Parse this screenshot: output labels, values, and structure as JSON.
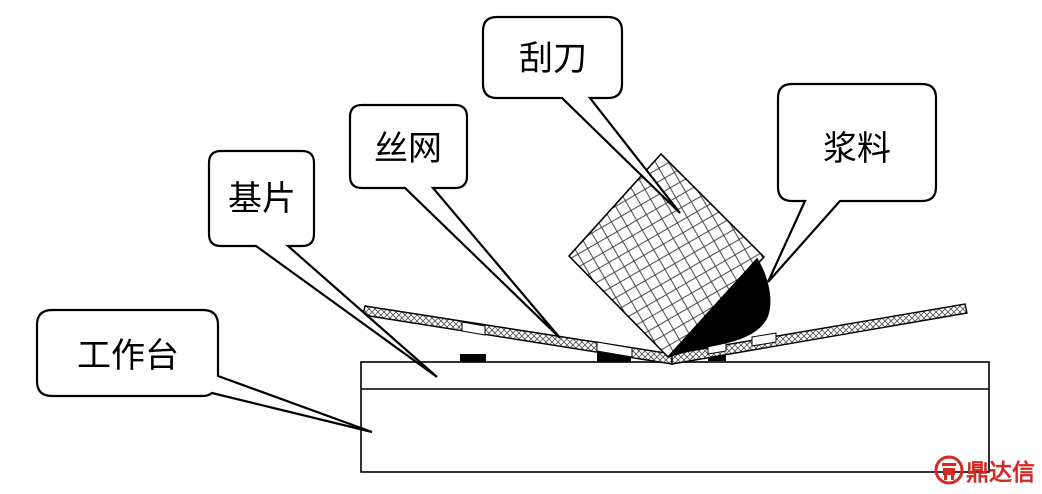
{
  "labels": {
    "worktable": "工作台",
    "substrate": "基片",
    "screen": "丝网",
    "squeegee": "刮刀",
    "paste": "浆料"
  },
  "watermark": {
    "text": "鼎达信",
    "logo_icon": "tripod-logo-icon",
    "color": "#d42a25"
  }
}
